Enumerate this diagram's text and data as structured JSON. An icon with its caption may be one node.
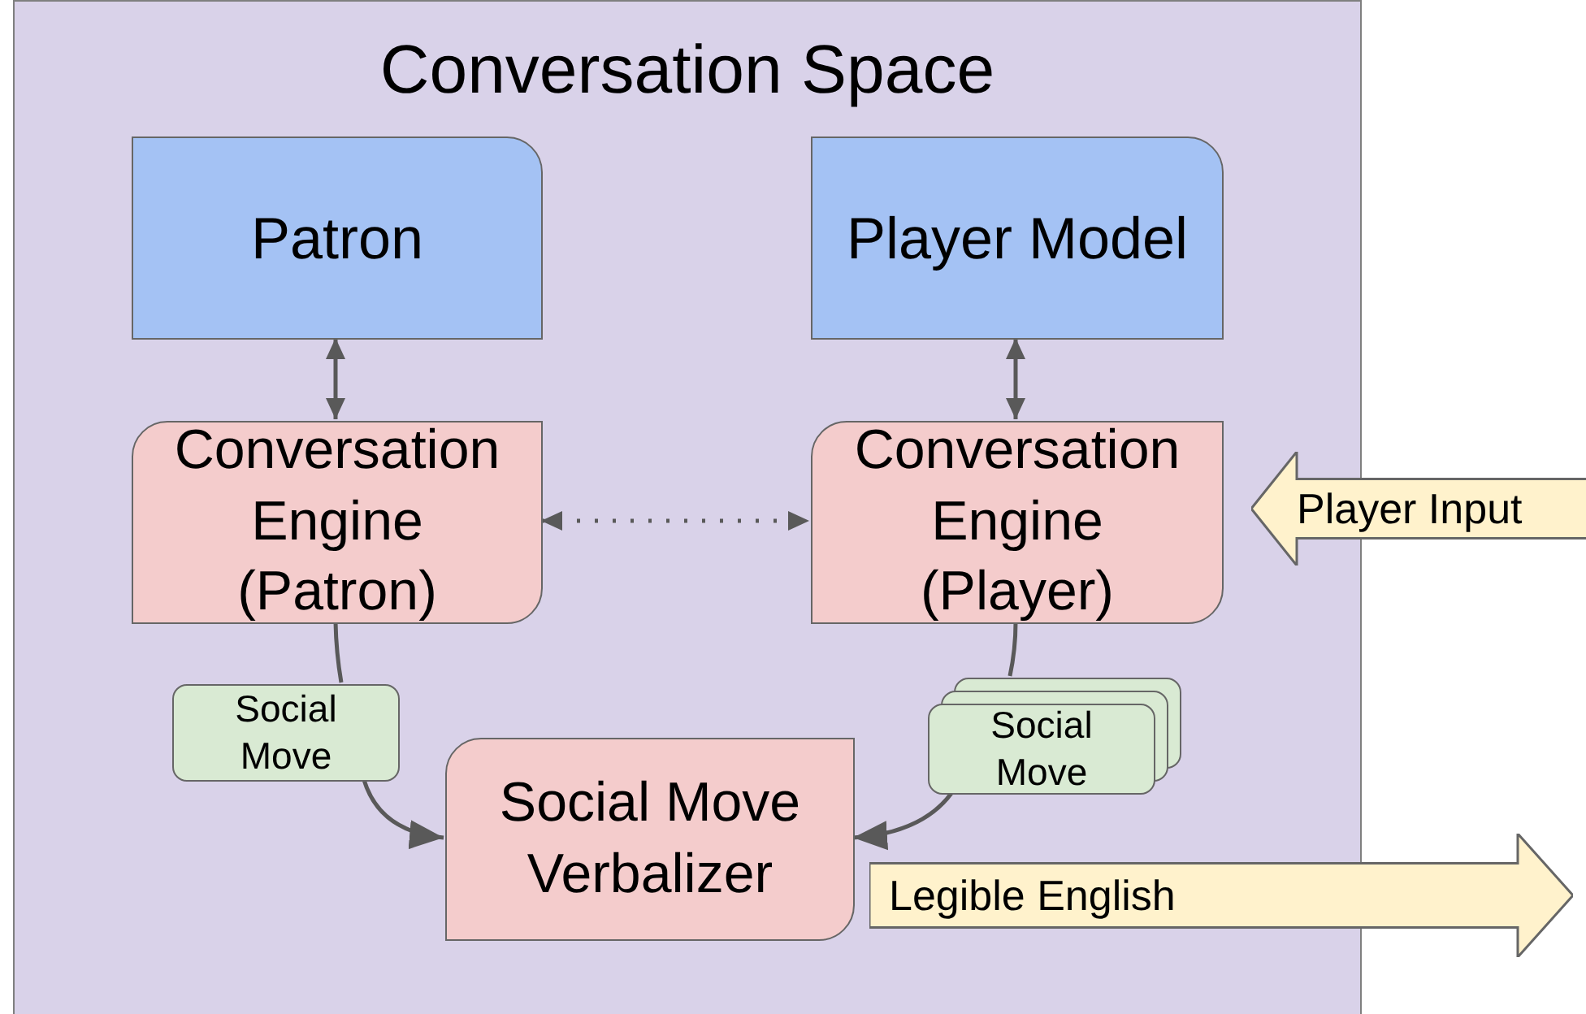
{
  "diagram": {
    "nodes": [
      {
        "text": [
          "Conversation Space"
        ]
      },
      {
        "text": [
          "Patron"
        ],
        "in": 0
      },
      {
        "text": [
          "Player Model"
        ],
        "in": 0
      },
      {
        "text": [
          "Conversation Engine (Patron)"
        ],
        "in": 0
      },
      {
        "text": [
          "Conversation Engine (Player)"
        ],
        "in": 0
      },
      {
        "text": [
          "Social Move"
        ],
        "in": 0
      },
      {
        "text": [
          "Social Move"
        ],
        "in": 0
      },
      {
        "text": [
          "Social Move Verbalizer"
        ],
        "in": 0
      },
      {
        "text": [
          "Player Input"
        ]
      },
      {
        "text": [
          "Legible English"
        ]
      }
    ],
    "edges": [
      {
        "from": 1,
        "to": 3,
        "arrow": "both"
      },
      {
        "from": 2,
        "to": 4,
        "arrow": "both"
      },
      {
        "from": 3,
        "to": 4,
        "arrow": "both",
        "style": "dashed"
      },
      {
        "from": 3,
        "to": 5,
        "arrow": "none"
      },
      {
        "from": 5,
        "to": 7,
        "arrow": "to"
      },
      {
        "from": 4,
        "to": 6,
        "arrow": "none"
      },
      {
        "from": 6,
        "to": 7,
        "arrow": "to"
      }
    ]
  }
}
